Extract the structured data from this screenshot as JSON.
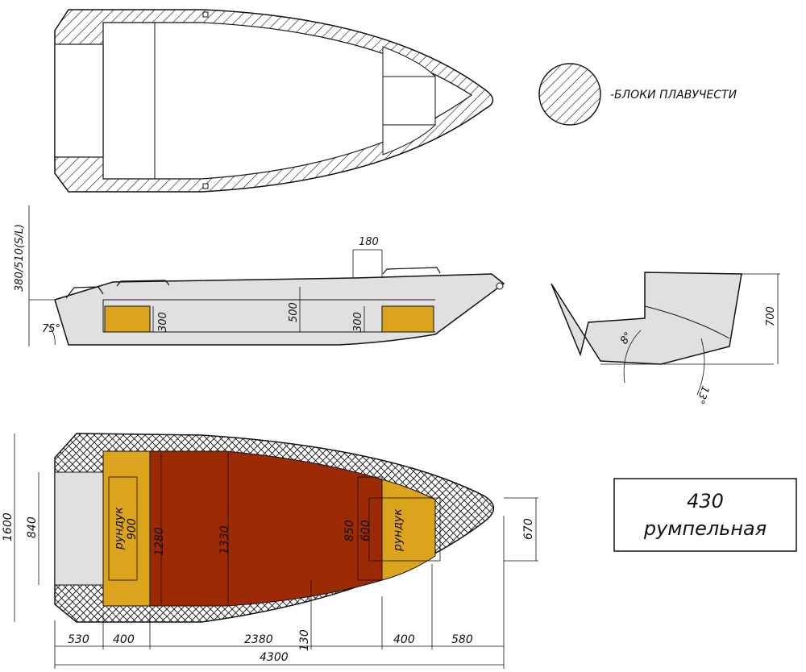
{
  "legend": {
    "flotation_label": "-БЛОКИ ПЛАВУЧЕСТИ"
  },
  "title_box": {
    "model": "430",
    "variant": "румпельная"
  },
  "side_view": {
    "transom_height": "380/510(S/L)",
    "transom_angle": "75°",
    "seat_width_top": "180",
    "dim_rear_locker": "300",
    "dim_depth": "500",
    "dim_front_locker": "300"
  },
  "section_view": {
    "height": "700",
    "deadrise_stern": "8°",
    "deadrise_bow": "13°"
  },
  "plan_view": {
    "overall_width": "1600",
    "transom_width": "840",
    "rear_locker_label": "рундук",
    "rear_locker_len": "900",
    "rear_seat_width": "1280",
    "middle_width": "1330",
    "front_width": "850",
    "front_inner_width": "600",
    "front_locker_label": "рундук",
    "bow_width": "670",
    "len_segments": [
      "530",
      "400",
      "2380",
      "130",
      "400",
      "580"
    ],
    "overall_length": "4300"
  },
  "colors": {
    "gray": "#e0e0e0",
    "yellow": "#dca31d",
    "red": "#9b2a05",
    "line": "#111111"
  }
}
